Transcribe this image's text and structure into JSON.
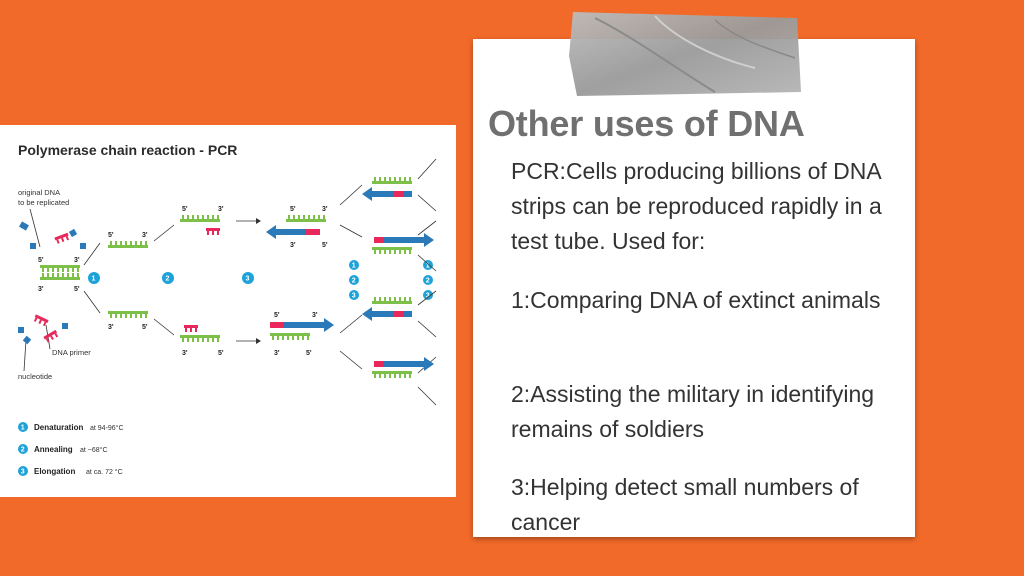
{
  "card": {
    "title": "Other uses of DNA",
    "paragraphs": [
      "PCR:Cells producing billions of DNA strips can be reproduced rapidly in a test tube. Used for:",
      "1:Comparing DNA of extinct animals",
      "2:Assisting the military in identifying remains of soldiers",
      "3:Helping detect small numbers of cancer"
    ]
  },
  "diagram": {
    "title": "Polymerase chain reaction - PCR",
    "labels": {
      "original_dna_1": "original DNA",
      "original_dna_2": "to be replicated",
      "dna_primer": "DNA primer",
      "nucleotide": "nucleotide"
    },
    "ends": {
      "five": "5'",
      "three": "3'"
    },
    "steps": [
      "1",
      "2",
      "3"
    ],
    "legend": [
      {
        "num": "1",
        "name": "Denaturation",
        "detail": "at 94-96°C"
      },
      {
        "num": "2",
        "name": "Annealing",
        "detail": "at ~68°C"
      },
      {
        "num": "3",
        "name": "Elongation",
        "detail": "at ca. 72 °C"
      }
    ]
  },
  "colors": {
    "background": "#f26a29",
    "green_strand": "#7cc04a",
    "red_primer": "#e8285a",
    "blue_strand": "#2a79b8",
    "step_circle": "#1ea3d9"
  }
}
